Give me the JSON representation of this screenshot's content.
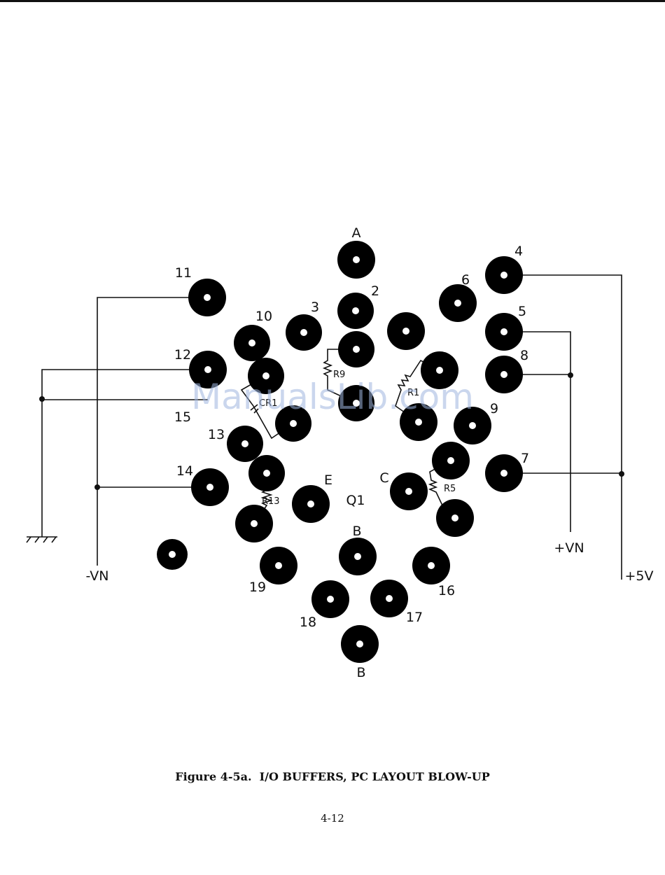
{
  "diagram": {
    "pads": [
      {
        "id": "A"
      },
      {
        "id": "2"
      },
      {
        "id": "2b"
      },
      {
        "id": "mid"
      },
      {
        "id": "3"
      },
      {
        "id": "10"
      },
      {
        "id": "10b"
      },
      {
        "id": "CR1b"
      },
      {
        "id": "11"
      },
      {
        "id": "12"
      },
      {
        "id": "13"
      },
      {
        "id": "13b"
      },
      {
        "id": "R13"
      },
      {
        "id": "14"
      },
      {
        "id": "lone"
      },
      {
        "id": "E"
      },
      {
        "id": "19"
      },
      {
        "id": "18"
      },
      {
        "id": "B"
      },
      {
        "id": "B2"
      },
      {
        "id": "17"
      },
      {
        "id": "16"
      },
      {
        "id": "C"
      },
      {
        "id": "R5a"
      },
      {
        "id": "R5b"
      },
      {
        "id": "9"
      },
      {
        "id": "R1b"
      },
      {
        "id": "R1a"
      },
      {
        "id": "x6"
      },
      {
        "id": "6"
      },
      {
        "id": "4"
      },
      {
        "id": "5"
      },
      {
        "id": "8"
      },
      {
        "id": "7"
      }
    ],
    "labels": {
      "A": "A",
      "n2": "2",
      "n3": "3",
      "n4": "4",
      "n5": "5",
      "n6": "6",
      "n7": "7",
      "n8": "8",
      "n9": "9",
      "n10": "10",
      "n11": "11",
      "n12": "12",
      "n13": "13",
      "n14": "14",
      "n15": "15",
      "n16": "16",
      "n17": "17",
      "n18": "18",
      "n19": "19",
      "E": "E",
      "C": "C",
      "Q1": "Q1",
      "B_top": "B",
      "B_bottom": "B",
      "R9": "R9",
      "R1": "R1",
      "R5": "R5",
      "R13": "R13",
      "CR1": "CR1",
      "vn_neg": "-VN",
      "vn_pos": "+VN",
      "v5": "+5V"
    },
    "ground_symbol": "ground-icon"
  },
  "watermark": "ManualsLib.com",
  "caption": {
    "figure": "Figure 4-5a.",
    "title": "I/O BUFFERS, PC LAYOUT BLOW-UP"
  },
  "page_number": "4-12",
  "colors": {
    "ink": "#111111",
    "pad": "#000000",
    "watermark": "#9fb6e0"
  }
}
